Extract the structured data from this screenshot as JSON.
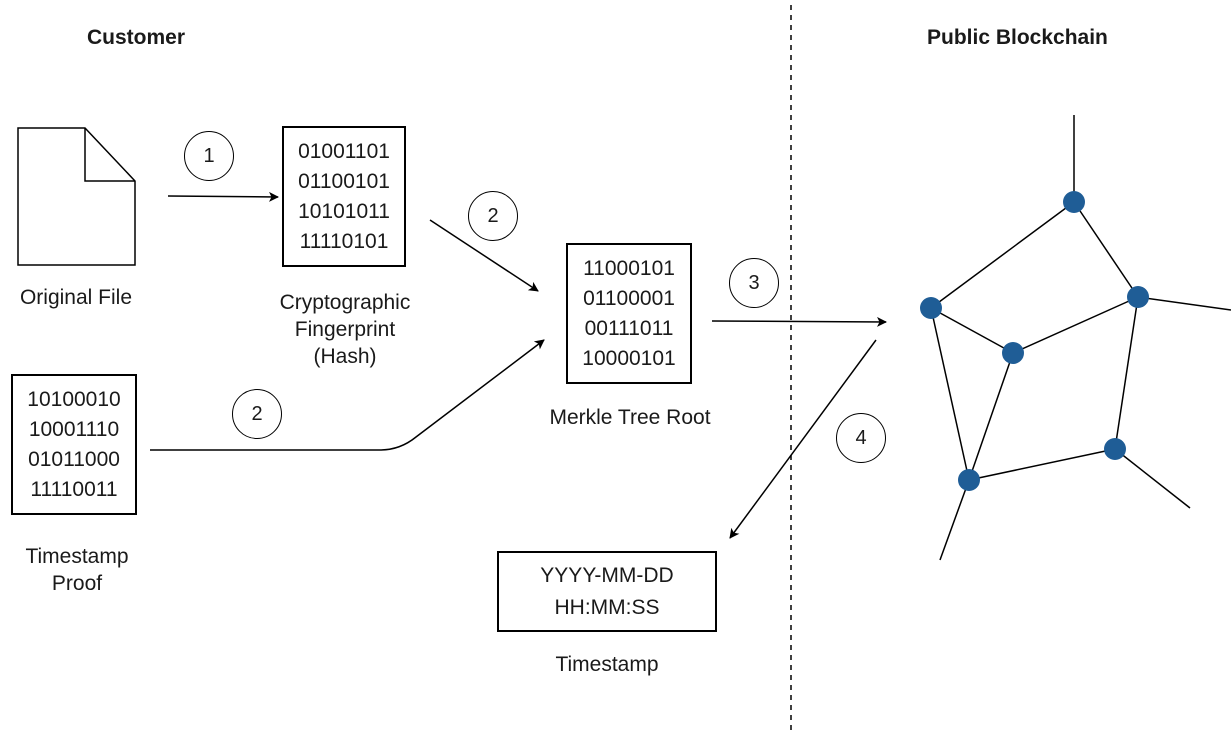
{
  "headings": {
    "customer": "Customer",
    "blockchain": "Public Blockchain"
  },
  "original_file": {
    "label": "Original File"
  },
  "hash": {
    "lines": [
      "01001101",
      "01100101",
      "10101011",
      "11110101"
    ],
    "caption": [
      "Cryptographic",
      "Fingerprint",
      "(Hash)"
    ]
  },
  "timestamp_proof": {
    "lines": [
      "10100010",
      "10001110",
      "01011000",
      "11110011"
    ],
    "caption": [
      "Timestamp",
      "Proof"
    ]
  },
  "merkle_root": {
    "lines": [
      "11000101",
      "01100001",
      "00111011",
      "10000101"
    ],
    "caption": "Merkle Tree Root"
  },
  "timestamp": {
    "lines": [
      "YYYY-MM-DD",
      "HH:MM:SS"
    ],
    "caption": "Timestamp"
  },
  "steps": {
    "step1": "1",
    "step2_hash": "2",
    "step2_proof": "2",
    "step3": "3",
    "step4": "4"
  },
  "colors": {
    "node": "#1f5d96",
    "line": "#000000"
  }
}
